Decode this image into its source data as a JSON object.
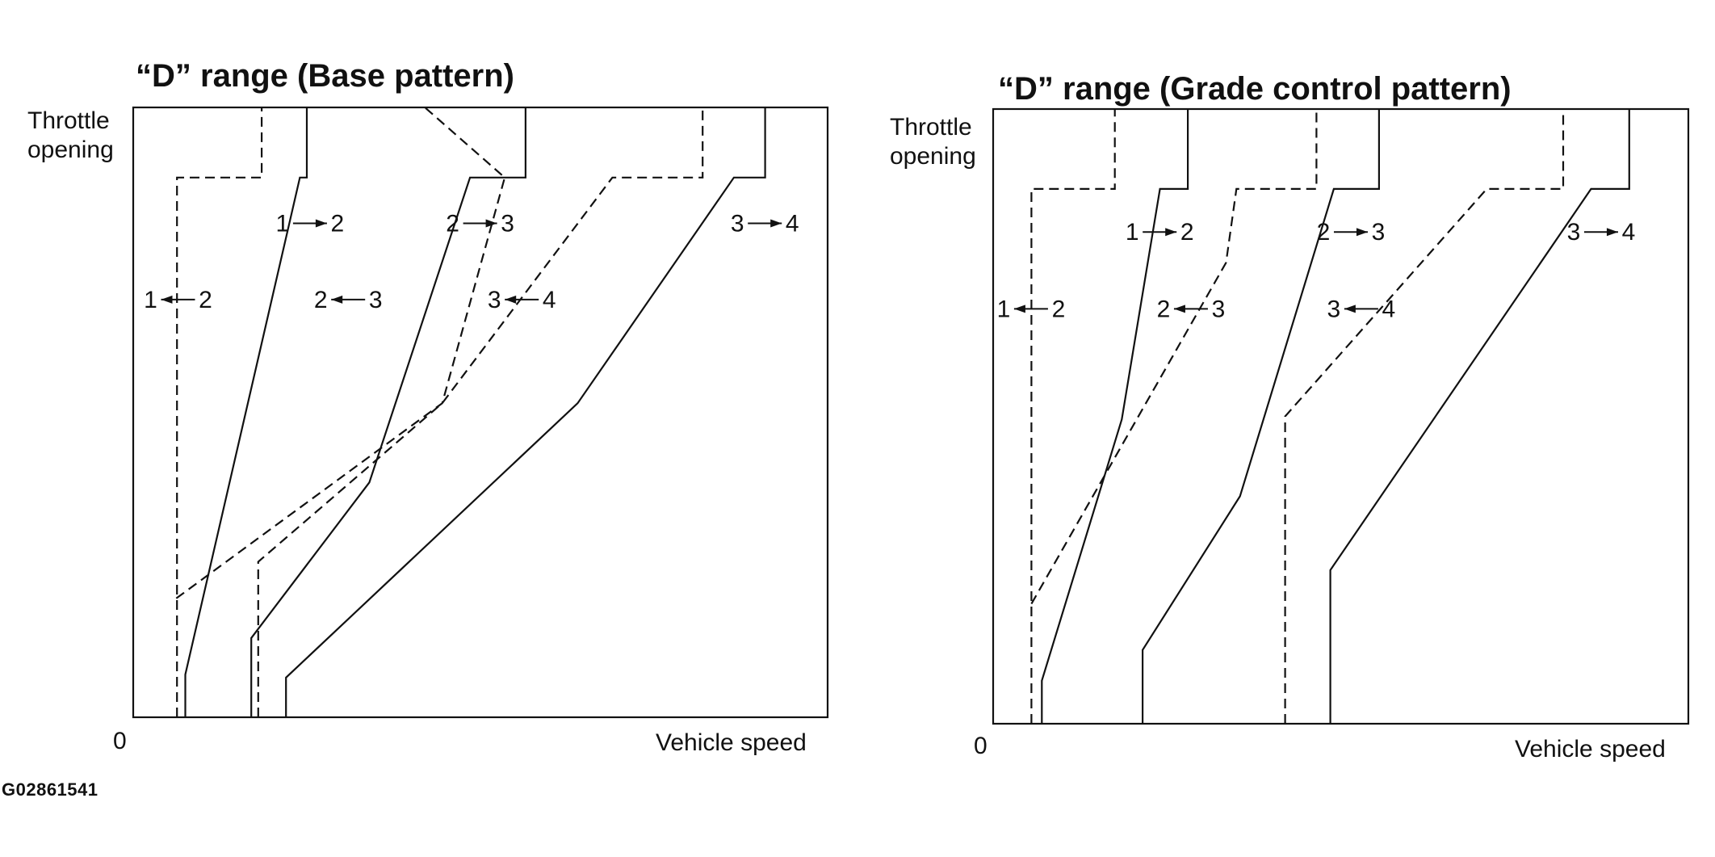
{
  "figure_code": "G02861541",
  "chart_data": [
    {
      "type": "line",
      "title": "“D” range (Base pattern)",
      "ylabel": "Throttle opening",
      "xlabel": "Vehicle speed",
      "origin_label": "0",
      "xlim": [
        0,
        100
      ],
      "ylim": [
        0,
        100
      ],
      "grid": false,
      "series": [
        {
          "label": "1→2",
          "style": "solid",
          "points": [
            [
              7.5,
              0
            ],
            [
              7.5,
              7
            ],
            [
              24,
              88.5
            ],
            [
              25,
              88.5
            ],
            [
              25,
              100
            ]
          ]
        },
        {
          "label": "1←2",
          "style": "dashed",
          "points": [
            [
              6.3,
              0
            ],
            [
              6.3,
              19.5
            ],
            [
              6.3,
              88.5
            ],
            [
              18.5,
              88.5
            ],
            [
              18.5,
              100
            ]
          ]
        },
        {
          "label": "2→3",
          "style": "solid",
          "points": [
            [
              17,
              0
            ],
            [
              17,
              13
            ],
            [
              34,
              38.5
            ],
            [
              48.5,
              88.5
            ],
            [
              56.5,
              88.5
            ],
            [
              56.5,
              100
            ]
          ]
        },
        {
          "label": "2←3",
          "style": "dashed",
          "points": [
            [
              6.2,
              19.5
            ],
            [
              44.5,
              51.5
            ],
            [
              53.5,
              88.5
            ],
            [
              42,
              100
            ]
          ]
        },
        {
          "label": "3→4",
          "style": "solid",
          "points": [
            [
              22,
              0
            ],
            [
              22,
              6.5
            ],
            [
              64,
              51.5
            ],
            [
              86.5,
              88.5
            ],
            [
              91,
              88.5
            ],
            [
              91,
              100
            ]
          ]
        },
        {
          "label": "3←4",
          "style": "dashed",
          "points": [
            [
              18,
              0
            ],
            [
              18,
              25.5
            ],
            [
              44.5,
              51.5
            ],
            [
              69,
              88.5
            ],
            [
              82,
              88.5
            ],
            [
              82,
              100
            ]
          ]
        }
      ],
      "annotations": [
        {
          "text": "1 → 2",
          "from": "1",
          "to": "2",
          "direction": "up"
        },
        {
          "text": "1 ← 2",
          "from": "1",
          "to": "2",
          "direction": "down"
        },
        {
          "text": "2 → 3",
          "from": "2",
          "to": "3",
          "direction": "up"
        },
        {
          "text": "2 ← 3",
          "from": "2",
          "to": "3",
          "direction": "down"
        },
        {
          "text": "3 → 4",
          "from": "3",
          "to": "4",
          "direction": "up"
        },
        {
          "text": "3 ← 4",
          "from": "3",
          "to": "4",
          "direction": "down"
        }
      ]
    },
    {
      "type": "line",
      "title": "“D” range (Grade control pattern)",
      "ylabel": "Throttle opening",
      "xlabel": "Vehicle speed",
      "origin_label": "0",
      "xlim": [
        0,
        100
      ],
      "ylim": [
        0,
        100
      ],
      "grid": false,
      "series": [
        {
          "label": "1→2",
          "style": "solid",
          "points": [
            [
              7,
              0
            ],
            [
              7,
              7
            ],
            [
              18.5,
              49.5
            ],
            [
              24,
              87
            ],
            [
              28,
              87
            ],
            [
              28,
              100
            ]
          ]
        },
        {
          "label": "1←2",
          "style": "dashed",
          "points": [
            [
              5.5,
              0
            ],
            [
              5.5,
              19.5
            ],
            [
              5.5,
              87
            ],
            [
              17.5,
              87
            ],
            [
              17.5,
              100
            ]
          ]
        },
        {
          "label": "2→3",
          "style": "solid",
          "points": [
            [
              21.5,
              0
            ],
            [
              21.5,
              12
            ],
            [
              35.5,
              37
            ],
            [
              49,
              87
            ],
            [
              55.5,
              87
            ],
            [
              55.5,
              100
            ]
          ]
        },
        {
          "label": "2←3",
          "style": "dashed",
          "points": [
            [
              5.5,
              19.5
            ],
            [
              33.5,
              75
            ],
            [
              35,
              87
            ],
            [
              46.5,
              87
            ],
            [
              46.5,
              100
            ]
          ]
        },
        {
          "label": "3→4",
          "style": "solid",
          "points": [
            [
              48.5,
              0
            ],
            [
              48.5,
              25
            ],
            [
              86,
              87
            ],
            [
              91.5,
              87
            ],
            [
              91.5,
              100
            ]
          ]
        },
        {
          "label": "3←4",
          "style": "dashed",
          "points": [
            [
              42,
              0
            ],
            [
              42,
              50
            ],
            [
              71,
              87
            ],
            [
              82,
              87
            ],
            [
              82,
              100
            ]
          ]
        }
      ],
      "annotations": [
        {
          "text": "1 → 2",
          "from": "1",
          "to": "2",
          "direction": "up"
        },
        {
          "text": "1 ← 2",
          "from": "1",
          "to": "2",
          "direction": "down"
        },
        {
          "text": "2 → 3",
          "from": "2",
          "to": "3",
          "direction": "up"
        },
        {
          "text": "2 ← 3",
          "from": "2",
          "to": "3",
          "direction": "down"
        },
        {
          "text": "3 → 4",
          "from": "3",
          "to": "4",
          "direction": "up"
        },
        {
          "text": "3 ← 4",
          "from": "3",
          "to": "4",
          "direction": "down"
        }
      ]
    }
  ]
}
